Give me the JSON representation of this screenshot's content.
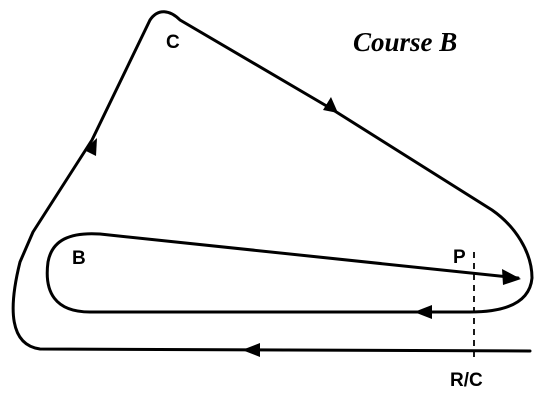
{
  "title": "Course B",
  "marks": {
    "C": "C",
    "B": "B",
    "P": "P",
    "RC": "R/C"
  },
  "colors": {
    "line": "#000000",
    "background": "#ffffff"
  }
}
